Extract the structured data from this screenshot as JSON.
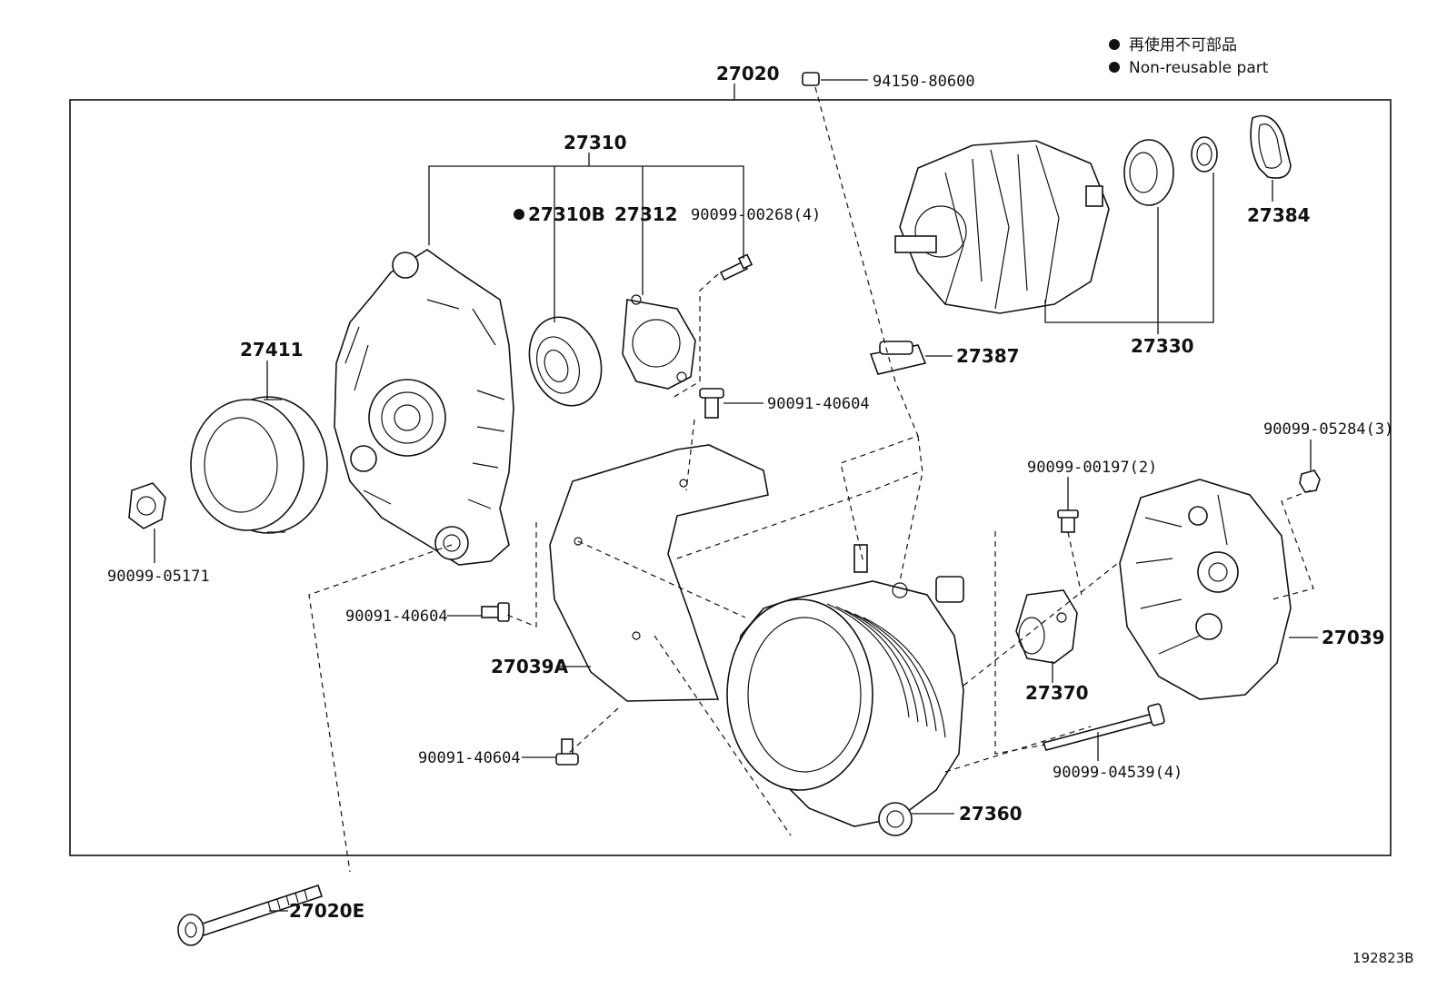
{
  "legend": {
    "line_jp": "再使用不可部品",
    "line_en": "Non-reusable part"
  },
  "reference_code": "192823B",
  "parts": {
    "assembly": "27020",
    "drive_end_frame": "27310",
    "bearing_nonreusable": "27310B",
    "retainer_plate": "27312",
    "screw_set": "90099-00268(4)",
    "rotor_assy": "27330",
    "cover_ring": "27384",
    "terminal_insulator": "27387",
    "clip_nut_top": "94150-80600",
    "pulley": "27411",
    "pulley_nut": "90099-05171",
    "bolt_upper": "90091-40604",
    "bolt_left": "90091-40604",
    "bolt_lower": "90091-40604",
    "heat_cover": "27039A",
    "stator_frame": "27360",
    "brush_holder": "27370",
    "brush_screw": "90099-00197(2)",
    "rear_cover_nut": "90099-05284(3)",
    "rear_end_cover": "27039",
    "through_bolt": "90099-04539(4)",
    "mount_bolt": "27020E"
  }
}
